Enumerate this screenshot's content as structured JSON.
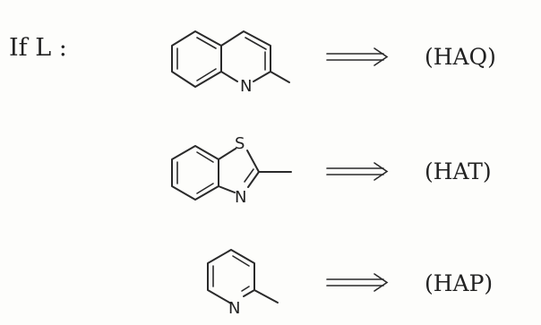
{
  "intro_label": "If L :",
  "rows": [
    {
      "structure_icon": "quinolin-2-yl-structure-icon",
      "atoms": [
        "N"
      ],
      "abbreviation": "(HAQ)"
    },
    {
      "structure_icon": "benzothiazol-2-yl-structure-icon",
      "atoms": [
        "S",
        "N"
      ],
      "abbreviation": "(HAT)"
    },
    {
      "structure_icon": "pyridin-2-yl-structure-icon",
      "atoms": [
        "N"
      ],
      "abbreviation": "(HAP)"
    }
  ],
  "arrow_icon": "double-arrow-icon",
  "ink_color": "#222222"
}
